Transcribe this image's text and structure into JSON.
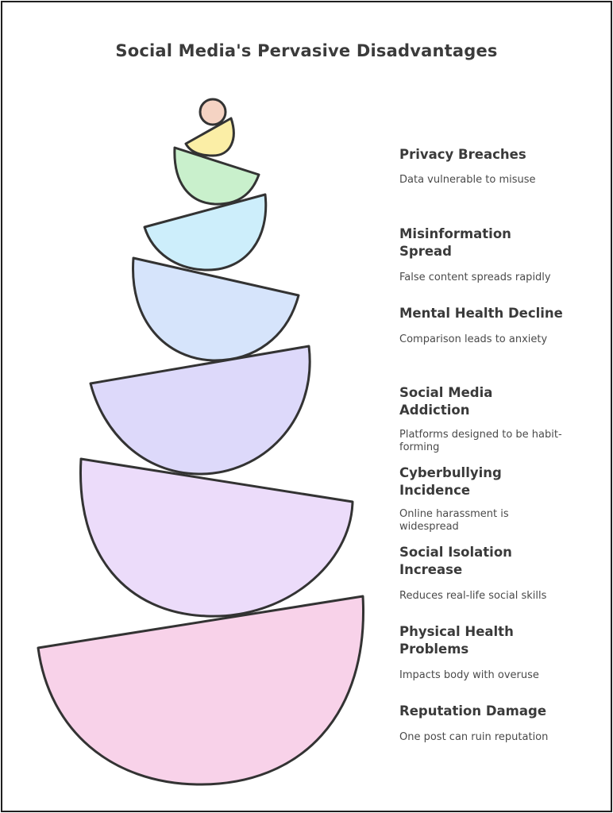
{
  "title": "Social Media's Pervasive Disadvantages",
  "items": [
    {
      "heading": "Privacy Breaches",
      "description": "Data vulnerable to misuse"
    },
    {
      "heading": "Misinformation Spread",
      "description": "False content spreads rapidly"
    },
    {
      "heading": "Mental Health Decline",
      "description": "Comparison leads to anxiety"
    },
    {
      "heading": "Social Media Addiction",
      "description": "Platforms designed to be habit-forming"
    },
    {
      "heading": "Cyberbullying Incidence",
      "description": "Online harassment is widespread"
    },
    {
      "heading": "Social Isolation Increase",
      "description": "Reduces real-life social skills"
    },
    {
      "heading": "Physical Health Problems",
      "description": "Impacts body with overuse"
    },
    {
      "heading": "Reputation Damage",
      "description": "One post can ruin reputation"
    }
  ],
  "colors": {
    "stroke": "#333333",
    "ball": "#f5d3c3",
    "bowl_1": "#fbeea6",
    "bowl_2": "#c9f0cc",
    "bowl_3": "#cdeefb",
    "bowl_4": "#d6e4fb",
    "bowl_5": "#ddd9fa",
    "bowl_6": "#ecdcfa",
    "bowl_7": "#f8d2e9"
  }
}
